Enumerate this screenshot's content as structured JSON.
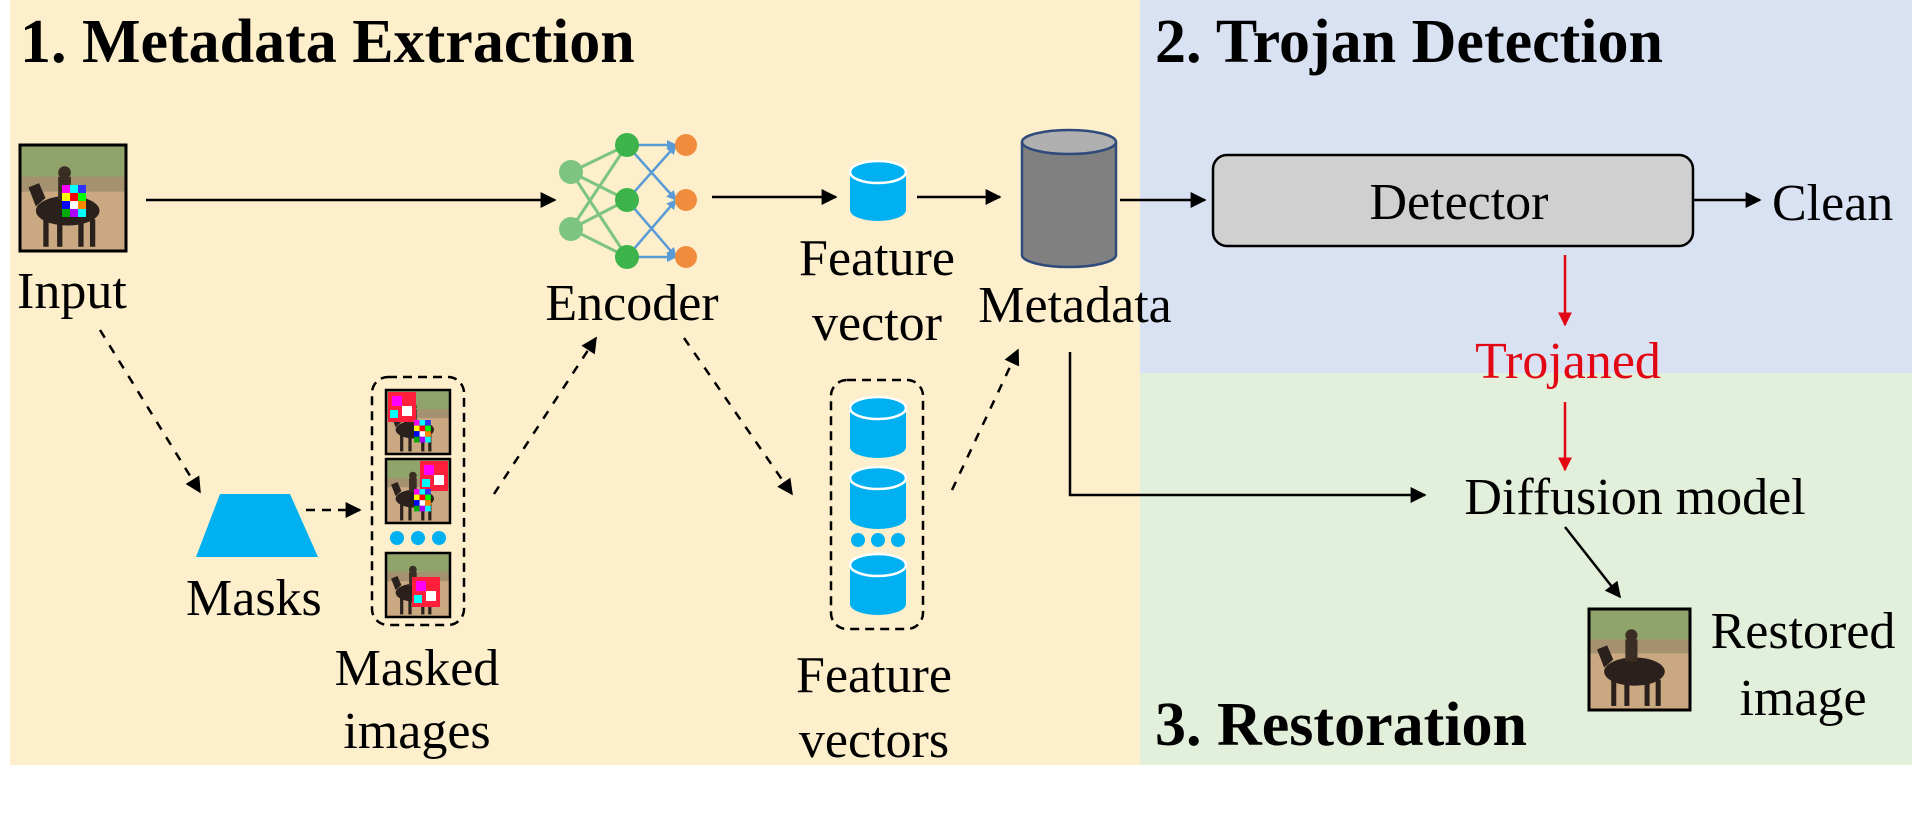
{
  "sections": {
    "extraction": {
      "title": "1. Metadata Extraction",
      "color": "#fdefcc"
    },
    "detection": {
      "title": "2. Trojan Detection",
      "color": "#d9e2f3"
    },
    "restoration": {
      "title": "3. Restoration",
      "color": "#e2efda"
    }
  },
  "nodes": {
    "input": "Input",
    "masks": "Masks",
    "masked_images": [
      "Masked",
      "images"
    ],
    "encoder": "Encoder",
    "feature_vector": [
      "Feature",
      "vector"
    ],
    "feature_vectors": [
      "Feature",
      "vectors"
    ],
    "metadata": "Metadata",
    "detector": "Detector",
    "clean": "Clean",
    "trojaned": "Trojaned",
    "diffusion_model": "Diffusion model",
    "restored_image": [
      "Restored",
      "image"
    ]
  },
  "colors": {
    "accent_blue": "#00b0f0",
    "metadata_gray": "#808080",
    "detector_fill": "#d0d0d0",
    "trojan_red": "#e30613",
    "node_green": "#3cb44b",
    "node_light_green": "#7cc47f",
    "node_orange": "#f08c3c"
  }
}
